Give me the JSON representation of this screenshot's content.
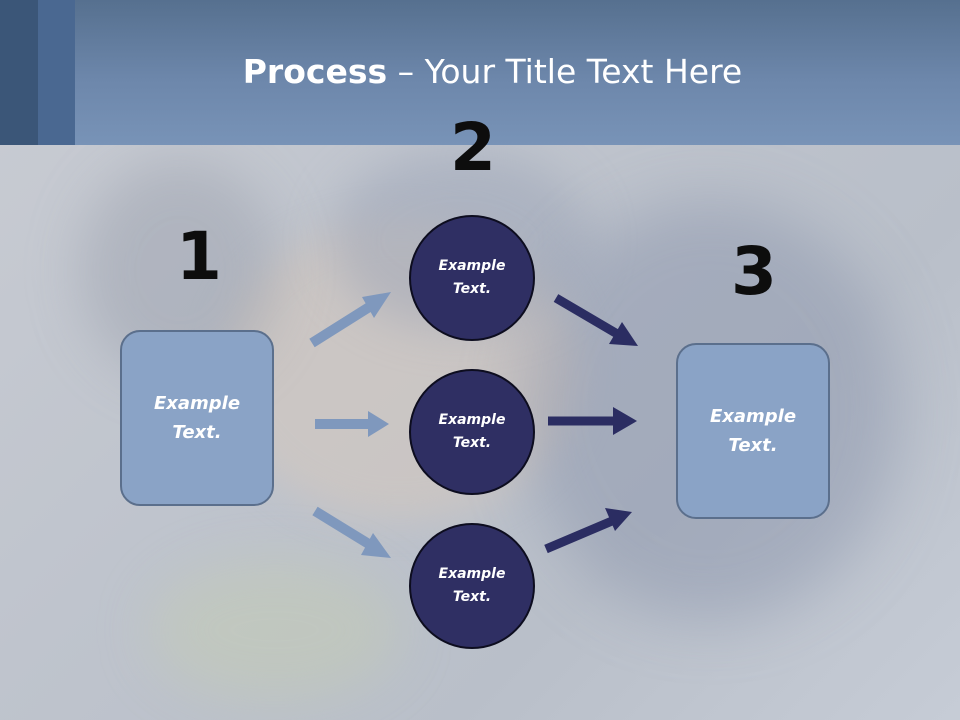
{
  "title": {
    "bold": "Process",
    "rest": " – Your Title Text Here"
  },
  "steps": {
    "one": "1",
    "two": "2",
    "three": "3"
  },
  "left_box": {
    "text": "Example\nText."
  },
  "right_box": {
    "text": "Example\nText."
  },
  "circles": [
    {
      "text": "Example\nText."
    },
    {
      "text": "Example\nText."
    },
    {
      "text": "Example\nText."
    }
  ],
  "colors": {
    "light_arrow": "#7f98bd",
    "dark_arrow": "#2b2d62",
    "box_fill": "#8aa3c6",
    "circle_fill": "#2f2f63"
  }
}
